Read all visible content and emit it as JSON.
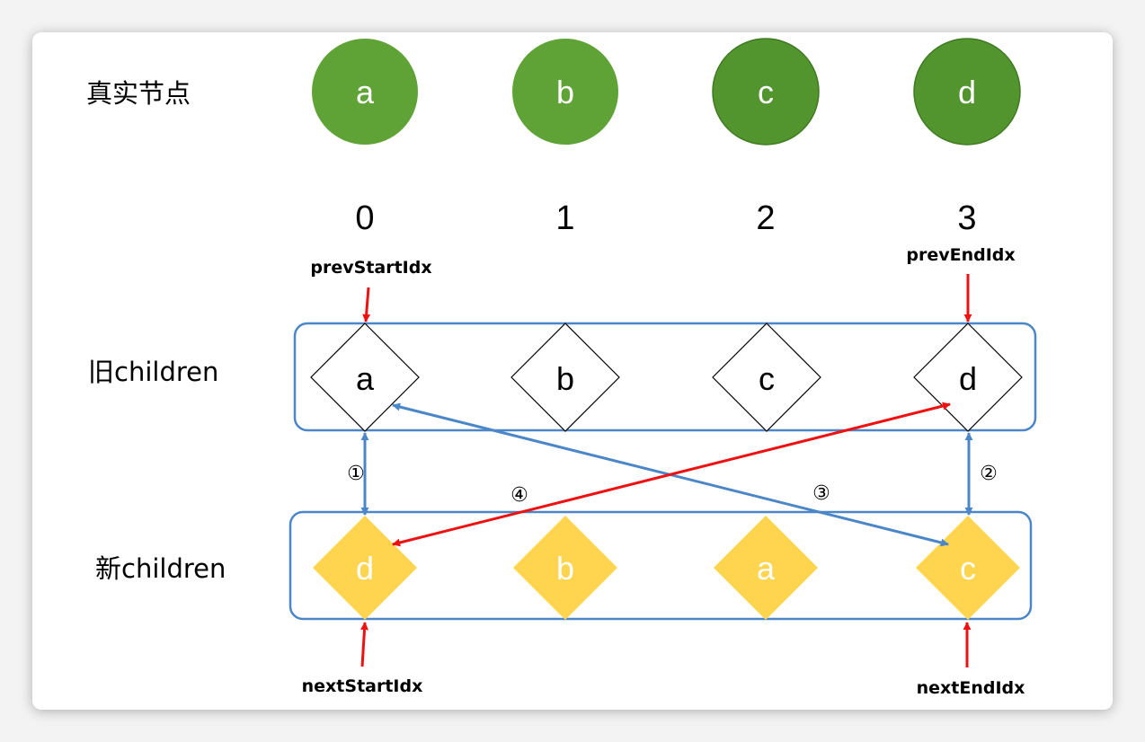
{
  "labels": {
    "real_nodes": "真实节点",
    "old_children": "旧children",
    "new_children": "新children"
  },
  "real_nodes": [
    "a",
    "b",
    "c",
    "d"
  ],
  "indices": [
    "0",
    "1",
    "2",
    "3"
  ],
  "old_children": [
    "a",
    "b",
    "c",
    "d"
  ],
  "new_children": [
    "d",
    "b",
    "a",
    "c"
  ],
  "pointers": {
    "prev_start": "prevStartIdx",
    "prev_end": "prevEndIdx",
    "next_start": "nextStartIdx",
    "next_end": "nextEndIdx"
  },
  "steps": [
    "①",
    "②",
    "③",
    "④"
  ],
  "colors": {
    "real_node_fill": "#5fa336",
    "real_node_fill_dark": "#52952f",
    "new_node_fill": "#ffd54f",
    "box_border": "#4a86c8",
    "blue_arrow": "#4a86c8",
    "red_arrow": "#ee1111"
  }
}
